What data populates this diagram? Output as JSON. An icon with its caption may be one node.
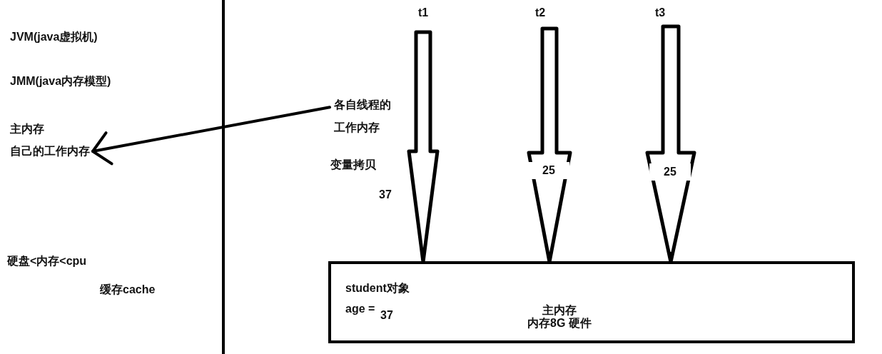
{
  "diagram": {
    "nodes": [
      {
        "text": [
          "自己的工作内存"
        ]
      },
      {
        "text": [
          "各自线程的工作内存"
        ]
      },
      {
        "text": [
          "t1"
        ]
      },
      {
        "text": [
          "t2"
        ]
      },
      {
        "text": [
          "t3"
        ]
      },
      {
        "text": [
          "student对象",
          "age =",
          "37",
          "主内存",
          "内存8G 硬件"
        ]
      }
    ],
    "edges": [
      {
        "from": 1,
        "to": 0,
        "arrow": "to"
      },
      {
        "from": 2,
        "to": 5,
        "arrow": "to"
      },
      {
        "from": 3,
        "to": 5,
        "arrow": "to",
        "label": "25"
      },
      {
        "from": 4,
        "to": 5,
        "arrow": "to",
        "label": "25"
      }
    ],
    "labels": [
      "JVM(java虚拟机)",
      "JMM(java内存模型)",
      "主内存",
      "硬盘<内存<cpu",
      "缓存cache",
      "变量拷贝",
      "37"
    ]
  }
}
